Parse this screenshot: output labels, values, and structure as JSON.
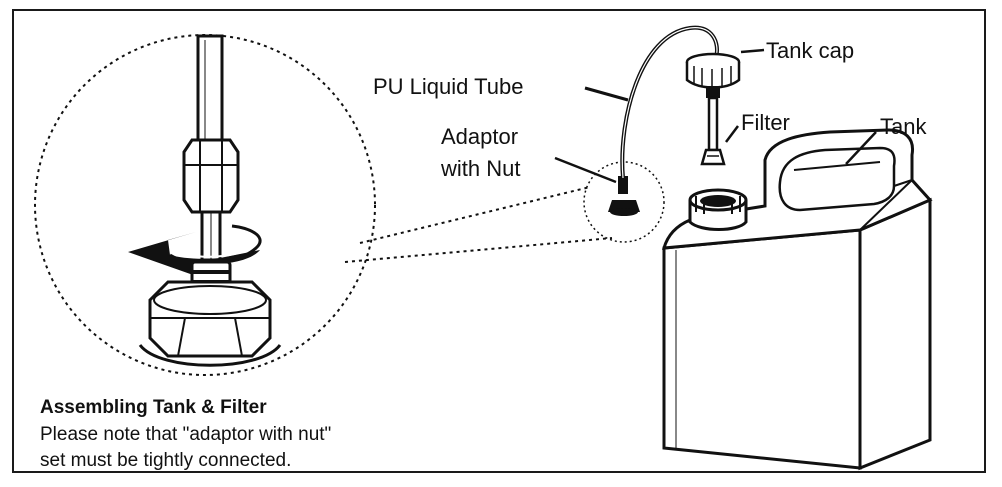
{
  "labels": {
    "pu_tube": "PU Liquid Tube",
    "tank_cap": "Tank cap",
    "filter": "Filter",
    "tank": "Tank",
    "adaptor_line1": "Adaptor",
    "adaptor_line2": "with Nut"
  },
  "caption": {
    "title": "Assembling Tank & Filter",
    "line1": "Please note that \"adaptor with nut\"",
    "line2": "set must be tightly connected."
  },
  "colors": {
    "ink": "#111111",
    "paper": "#ffffff",
    "shade": "#e9e9e9"
  },
  "icons": {
    "rotation": "curved-arrow-icon"
  }
}
